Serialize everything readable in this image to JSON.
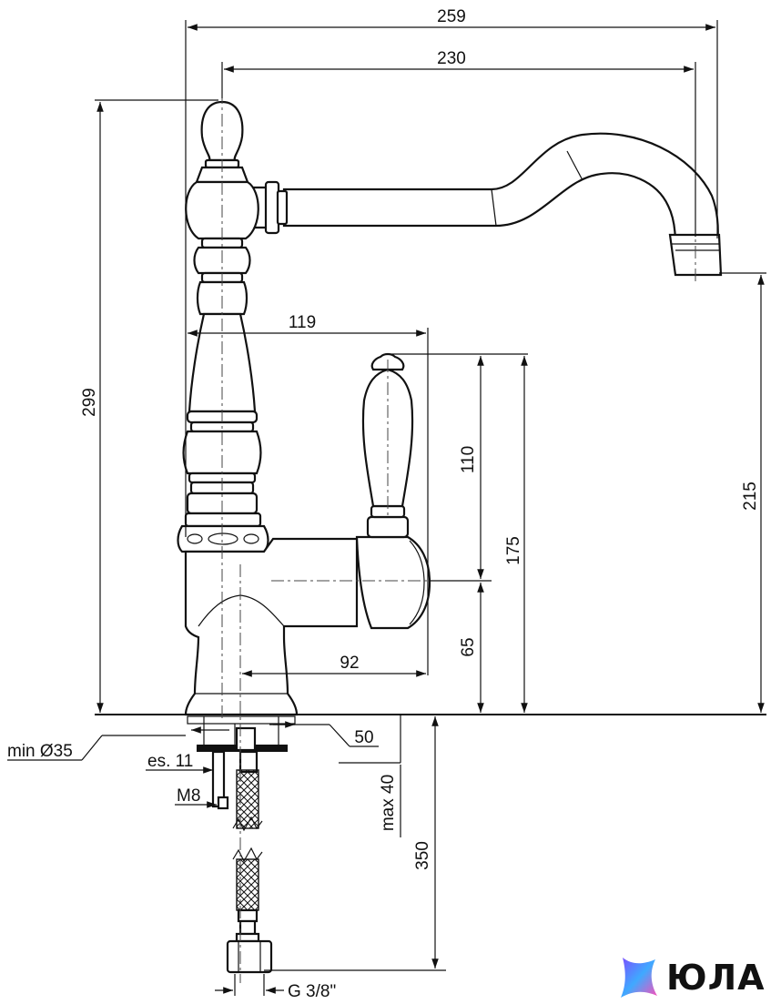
{
  "dimensions": {
    "d259": "259",
    "d230": "230",
    "d299": "299",
    "d119": "119",
    "d110": "110",
    "d175": "175",
    "d215": "215",
    "d65": "65",
    "d92": "92",
    "d50": "50",
    "min_d35": "min Ø35",
    "es11": "es. 11",
    "m8": "M8",
    "max40": "max 40",
    "d350": "350",
    "g38": "G 3/8\""
  },
  "brand": {
    "name": "ЮЛА",
    "colors": [
      "#7b4dff",
      "#3fa9ff",
      "#ff4db8"
    ]
  }
}
